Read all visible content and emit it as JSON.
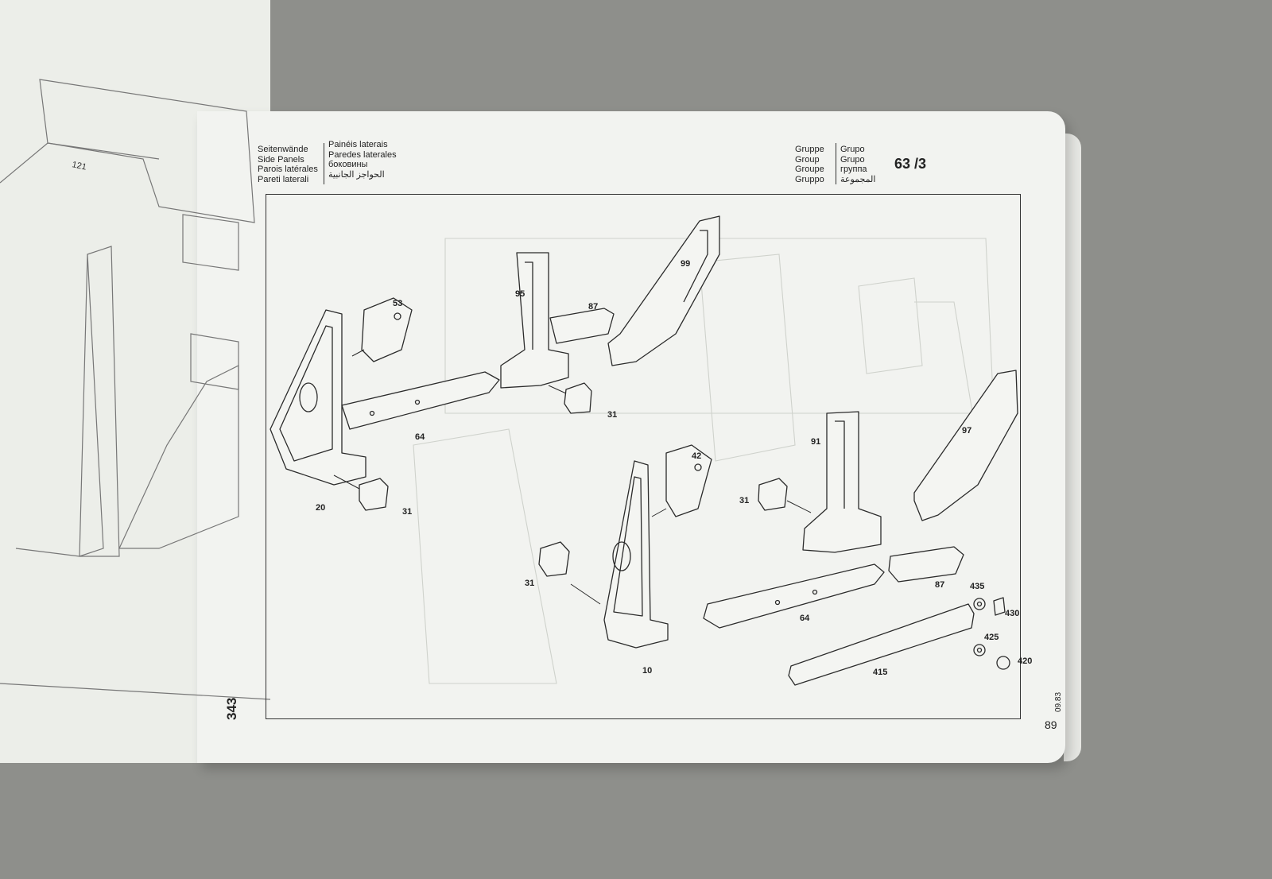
{
  "header_left": {
    "german": "Seitenwände",
    "english": "Side Panels",
    "french": "Parois latérales",
    "italian": "Pareti laterali",
    "portuguese": "Painéis laterais",
    "spanish": "Paredes laterales",
    "russian": "боковины",
    "arabic": "الحواجز الجانبية"
  },
  "header_right": {
    "de": "Gruppe",
    "en": "Group",
    "fr": "Groupe",
    "it": "Gruppo",
    "pt": "Grupo",
    "es": "Grupo",
    "ru": "группа",
    "ar": "المجموعة",
    "group_number": "63 /3"
  },
  "callouts": [
    "53",
    "95",
    "87",
    "99",
    "20",
    "64",
    "31",
    "31",
    "42",
    "91",
    "97",
    "31",
    "87",
    "435",
    "430",
    "31",
    "64",
    "10",
    "425",
    "420",
    "415"
  ],
  "side_number": "343",
  "date_code": "09.83",
  "page_number": "89",
  "left_page_callouts": [
    "121"
  ]
}
